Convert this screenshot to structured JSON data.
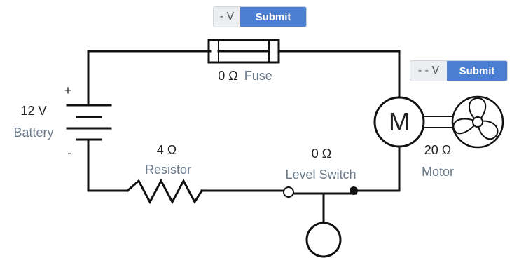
{
  "meters": [
    {
      "id": "fuse",
      "reading": "- V",
      "button": "Submit"
    },
    {
      "id": "motor",
      "reading": "- - V",
      "button": "Submit"
    }
  ],
  "components": {
    "battery": {
      "value": "12 V",
      "name": "Battery",
      "positive": "+",
      "negative": "-"
    },
    "fuse": {
      "value": "0 Ω",
      "name": "Fuse"
    },
    "resistor": {
      "value": "4 Ω",
      "name": "Resistor"
    },
    "level_switch": {
      "value": "0 Ω",
      "name": "Level Switch"
    },
    "motor": {
      "value": "20 Ω",
      "name": "Motor",
      "symbol": "M"
    }
  },
  "colors": {
    "wire": "#111111",
    "label": "#6b7a8a",
    "button": "#4a7fd4"
  }
}
